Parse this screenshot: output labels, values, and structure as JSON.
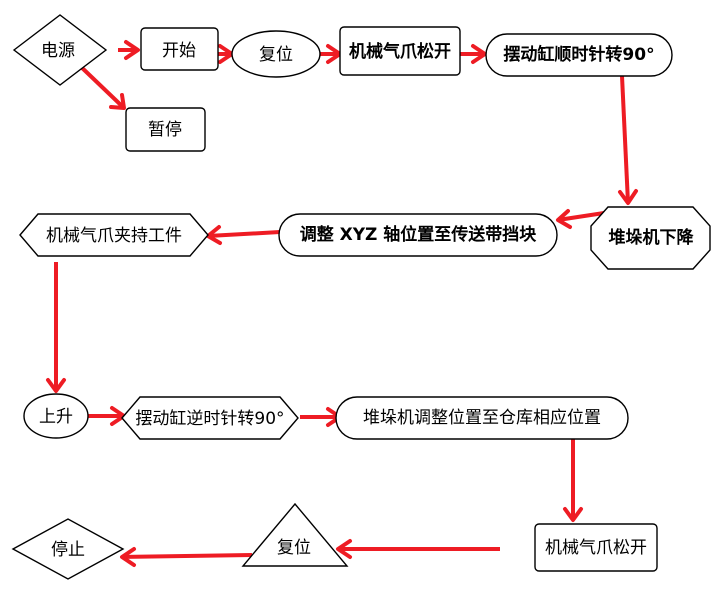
{
  "colors": {
    "arrow": "#ee1c24",
    "stroke": "#000000",
    "fill": "#ffffff"
  },
  "nodes": {
    "power": "电源",
    "start": "开始",
    "reset1": "复位",
    "gripper_open1": "机械气爪松开",
    "swing_cw": "摆动缸顺时针转90°",
    "pause": "暂停",
    "stacker_down": "堆垛机下降",
    "adjust_xyz": "调整 XYZ 轴位置至传送带挡块",
    "gripper_clamp": "机械气爪夹持工件",
    "rise": "上升",
    "swing_ccw": "摆动缸逆时针转90°",
    "stacker_adjust": "堆垛机调整位置至仓库相应位置",
    "gripper_open2": "机械气爪松开",
    "reset2": "复位",
    "stop": "停止"
  }
}
